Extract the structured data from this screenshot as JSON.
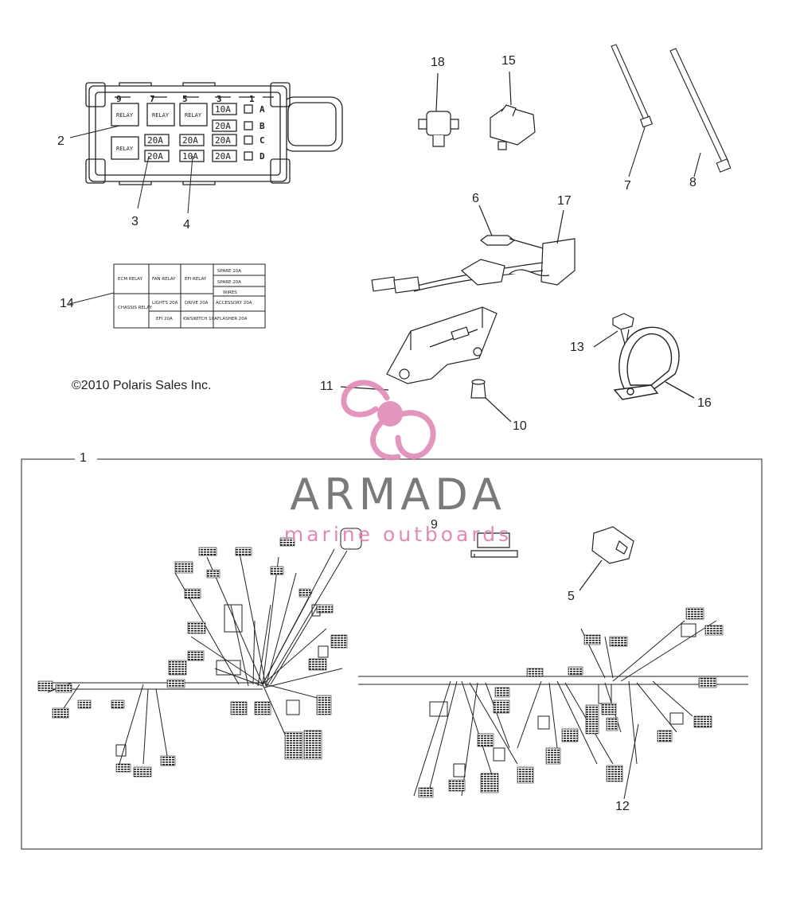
{
  "fuse_box": {
    "positions": [
      "9",
      "7",
      "5",
      "3",
      "1"
    ],
    "rows": [
      "A",
      "B",
      "C",
      "D"
    ],
    "relays": [
      "RELAY",
      "RELAY",
      "RELAY",
      "RELAY"
    ],
    "fuses": [
      "10A",
      "20A",
      "20A",
      "20A",
      "20A",
      "20A",
      "10A",
      "20A"
    ]
  },
  "fuse_label": {
    "cells": [
      "ECM RELAY",
      "FAN RELAY",
      "EFI RELAY",
      "SPARE 10A",
      "SPARE 20A",
      "WIRES",
      "CHASSIS RELAY",
      "LIGHTS 20A",
      "DRIVE 20A",
      "ACCESSORY 20A",
      "EFI 20A",
      "KWSWITCH 10A",
      "FLASHER 20A"
    ]
  },
  "callouts": {
    "c1": "1",
    "c2": "2",
    "c3": "3",
    "c4": "4",
    "c5": "5",
    "c6": "6",
    "c7": "7",
    "c8": "8",
    "c9": "9",
    "c10": "10",
    "c11": "11",
    "c12": "12",
    "c13": "13",
    "c14": "14",
    "c15": "15",
    "c16": "16",
    "c17": "17",
    "c18": "18"
  },
  "copyright": "©2010 Polaris Sales Inc.",
  "watermark": {
    "brand": "ARMADA",
    "tagline": "marine outboards",
    "brand_color": "#7a7a7a",
    "accent_color": "#e08ab7"
  }
}
